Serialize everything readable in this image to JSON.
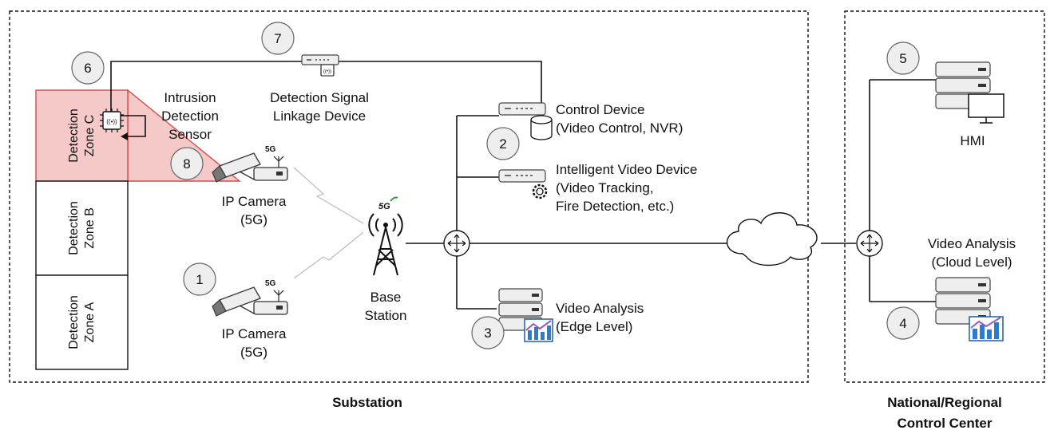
{
  "labels": {
    "substation": "Substation",
    "control_center_l1": "National/Regional",
    "control_center_l2": "Control Center",
    "zone_c_l1": "Detection",
    "zone_c_l2": "Zone C",
    "zone_b_l1": "Detection",
    "zone_b_l2": "Zone B",
    "zone_a_l1": "Detection",
    "zone_a_l2": "Zone A",
    "intrusion_l1": "Intrusion",
    "intrusion_l2": "Detection",
    "intrusion_l3": "Sensor",
    "linkage_l1": "Detection Signal",
    "linkage_l2": "Linkage Device",
    "cam_top_l1": "IP Camera",
    "cam_top_l2": "(5G)",
    "cam_bot_l1": "IP Camera",
    "cam_bot_l2": "(5G)",
    "base_l1": "Base",
    "base_l2": "Station",
    "control_l1": "Control Device",
    "control_l2": "(Video Control, NVR)",
    "intel_l1": "Intelligent Video Device",
    "intel_l2": "(Video Tracking,",
    "intel_l3": "Fire Detection, etc.)",
    "edge_l1": "Video Analysis",
    "edge_l2": "(Edge Level)",
    "hmi": "HMI",
    "cloud_l1": "Video Analysis",
    "cloud_l2": "(Cloud Level)",
    "fiveg": "5G"
  },
  "numbers": {
    "n1": "1",
    "n2": "2",
    "n3": "3",
    "n4": "4",
    "n5": "5",
    "n6": "6",
    "n7": "7",
    "n8": "8"
  }
}
